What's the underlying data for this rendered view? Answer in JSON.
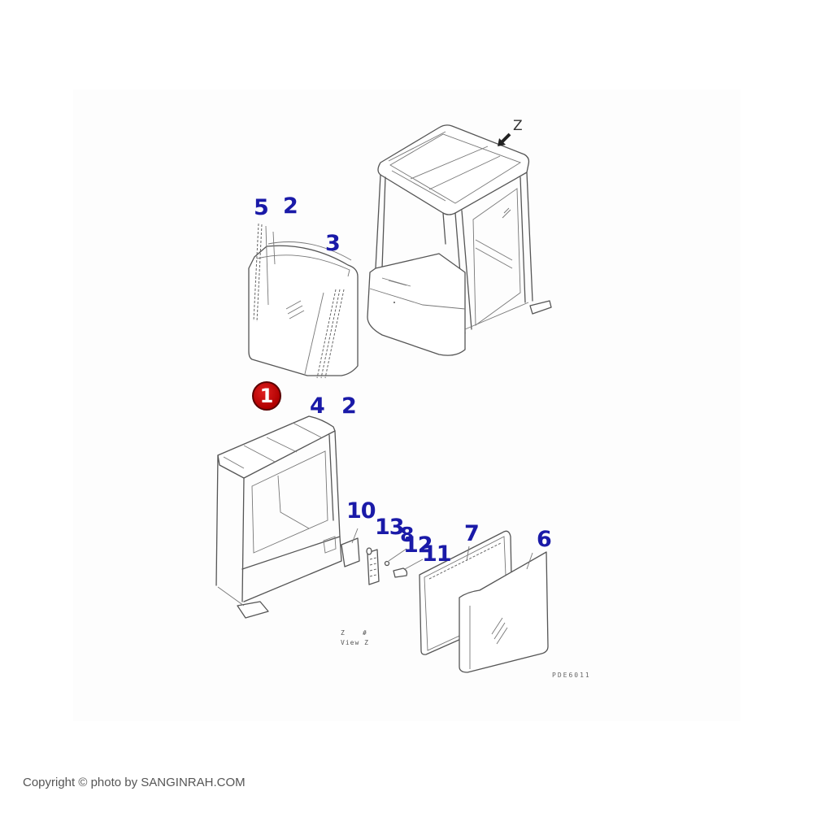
{
  "diagram": {
    "title_view": {
      "z_label": "Z",
      "view_symbol": "#",
      "view_caption": "View Z"
    },
    "drawing_code": "PDE6011",
    "direction_marker": {
      "label": "Z",
      "icon": "arrow-down-left-icon"
    },
    "highlighted_part": {
      "number": "1",
      "color": "#c40000"
    },
    "callouts": [
      {
        "id": "c5a",
        "label": "5"
      },
      {
        "id": "c2a",
        "label": "2"
      },
      {
        "id": "c3",
        "label": "3"
      },
      {
        "id": "c4",
        "label": "4"
      },
      {
        "id": "c2b",
        "label": "2"
      },
      {
        "id": "c10",
        "label": "10"
      },
      {
        "id": "c13",
        "label": "13"
      },
      {
        "id": "c8",
        "label": "8"
      },
      {
        "id": "c12",
        "label": "12"
      },
      {
        "id": "c11",
        "label": "11"
      },
      {
        "id": "c7",
        "label": "7"
      },
      {
        "id": "c6",
        "label": "6"
      }
    ],
    "callout_color": "#1a1aa8"
  },
  "footer": {
    "copyright": "Copyright © photo by SANGINRAH.COM"
  }
}
